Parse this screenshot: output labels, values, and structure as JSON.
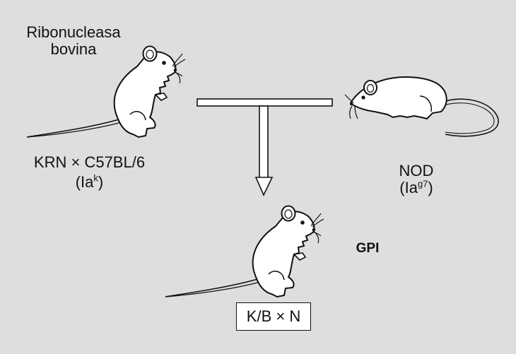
{
  "donor_left": {
    "label_line1": "Ribonucleasa",
    "label_line2": "bovina",
    "strain": "KRN × C57BL/6",
    "allele_open": "(Ia",
    "allele_sup": "k",
    "allele_close": ")"
  },
  "donor_right": {
    "strain": "NOD",
    "allele_open": "(Ia",
    "allele_sup": "g7",
    "allele_close": ")"
  },
  "offspring": {
    "strain": "K/B × N",
    "antigen": "GPI"
  },
  "icons": [
    "mouse-rearing-icon",
    "mouse-walking-icon",
    "cross-arrow-icon"
  ],
  "colors": {
    "background": "#dedede",
    "ink": "#111111",
    "fill": "#ffffff"
  }
}
